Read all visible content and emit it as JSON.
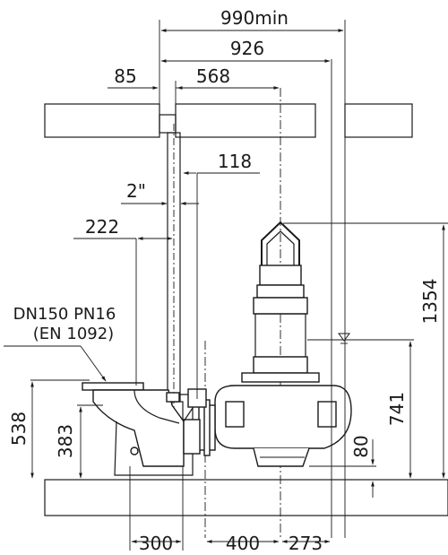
{
  "dimensions": {
    "d990": "990min",
    "d926": "926",
    "d85": "85",
    "d568": "568",
    "d118": "118",
    "d2in": "2\"",
    "d222": "222",
    "flange_line1": "DN150 PN16",
    "flange_line2": "(EN 1092)",
    "d538": "538",
    "d383": "383",
    "d1354": "1354",
    "d741": "741",
    "d80": "80",
    "d300": "300",
    "d400": "400",
    "d273": "273"
  }
}
